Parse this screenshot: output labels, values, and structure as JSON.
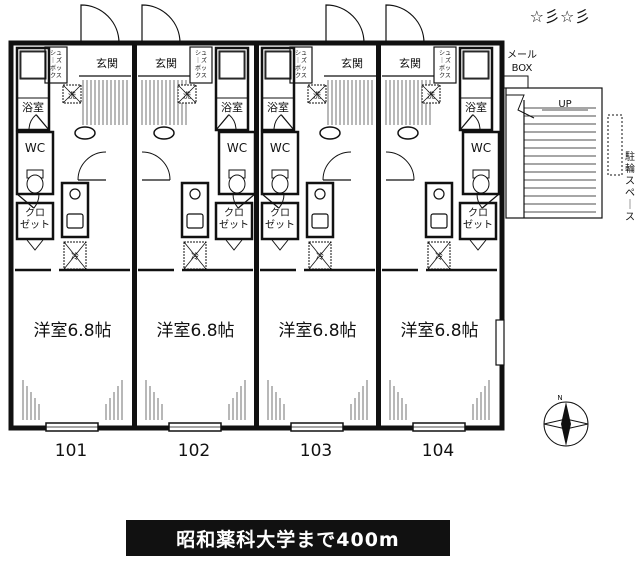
{
  "property_mark": "☆彡☆彡",
  "mailbox_label": [
    "メール",
    "BOX"
  ],
  "stair_up_label": "UP",
  "bike_parking_label": [
    "駐",
    "輪",
    "ス",
    "ペ",
    "｜",
    "ス"
  ],
  "compass_label": "N",
  "units": [
    {
      "number": "101",
      "entrance": "玄関",
      "shoe_box": [
        "シュ",
        "｜ズ",
        "ボッ",
        "クス"
      ],
      "bath": "浴室",
      "washer": "洗",
      "toilet": "WC",
      "closet": [
        "クロ",
        "ゼット"
      ],
      "fridge": "冷",
      "room": "洋室6.8帖"
    },
    {
      "number": "102",
      "entrance": "玄関",
      "shoe_box": [
        "シュ",
        "｜ズ",
        "ボッ",
        "クス"
      ],
      "bath": "浴室",
      "washer": "洗",
      "toilet": "WC",
      "closet": [
        "クロ",
        "ゼット"
      ],
      "fridge": "冷",
      "room": "洋室6.8帖"
    },
    {
      "number": "103",
      "entrance": "玄関",
      "shoe_box": [
        "シュ",
        "｜ズ",
        "ボッ",
        "クス"
      ],
      "bath": "浴室",
      "washer": "洗",
      "toilet": "WC",
      "closet": [
        "クロ",
        "ゼット"
      ],
      "fridge": "冷",
      "room": "洋室6.8帖"
    },
    {
      "number": "104",
      "entrance": "玄関",
      "shoe_box": [
        "シュ",
        "｜ズ",
        "ボッ",
        "クス"
      ],
      "bath": "浴室",
      "washer": "洗",
      "toilet": "WC",
      "closet": [
        "クロ",
        "ゼット"
      ],
      "fridge": "冷",
      "room": "洋室6.8帖"
    }
  ],
  "footer_note": "昭和薬科大学まで400m"
}
